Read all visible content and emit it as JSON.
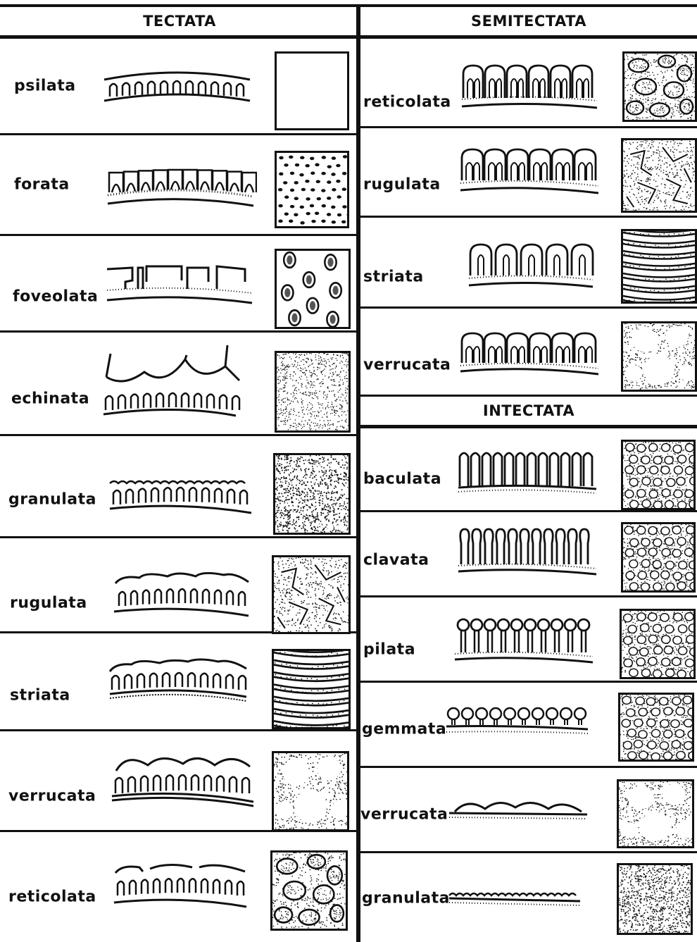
{
  "sections": {
    "tectata": "TECTATA",
    "semitectata": "SEMITECTATA",
    "intectata": "INTECTATA"
  },
  "left": [
    {
      "label": "psilata",
      "pattern": "plain"
    },
    {
      "label": "forata",
      "pattern": "dots"
    },
    {
      "label": "foveolata",
      "pattern": "spots"
    },
    {
      "label": "echinata",
      "pattern": "stipple"
    },
    {
      "label": "granulata",
      "pattern": "granules"
    },
    {
      "label": "rugulata",
      "pattern": "rugulate"
    },
    {
      "label": "striata",
      "pattern": "striate"
    },
    {
      "label": "verrucata",
      "pattern": "circles-large"
    },
    {
      "label": "reticolata",
      "pattern": "reticulate"
    }
  ],
  "right": [
    {
      "label": "reticolata",
      "pattern": "reticulate"
    },
    {
      "label": "rugulata",
      "pattern": "rugulate"
    },
    {
      "label": "striata",
      "pattern": "striate"
    },
    {
      "label": "verrucata",
      "pattern": "circles-large"
    },
    {
      "label": "baculata",
      "pattern": "circles-small"
    },
    {
      "label": "clavata",
      "pattern": "circles-small"
    },
    {
      "label": "pilata",
      "pattern": "circles-small"
    },
    {
      "label": "gemmata",
      "pattern": "circles-small"
    },
    {
      "label": "verrucata",
      "pattern": "circles-large"
    },
    {
      "label": "granulata",
      "pattern": "granules"
    }
  ]
}
